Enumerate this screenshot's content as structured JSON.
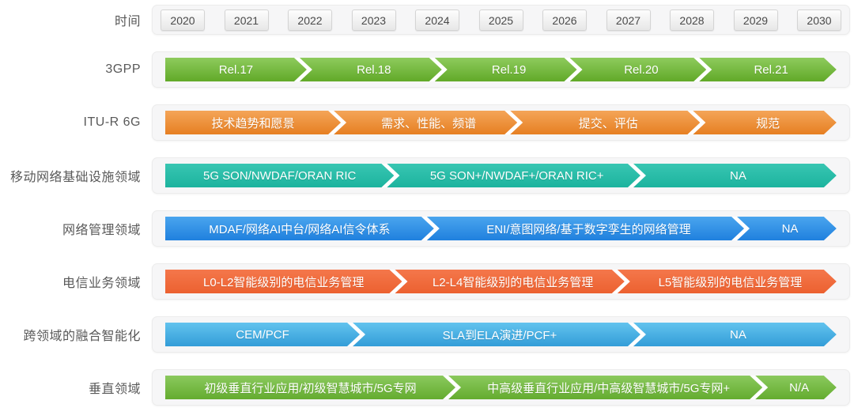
{
  "timeline_row": {
    "label": "时间",
    "years": [
      "2020",
      "2021",
      "2022",
      "2023",
      "2024",
      "2025",
      "2026",
      "2027",
      "2028",
      "2029",
      "2030"
    ]
  },
  "rows": [
    {
      "label": "3GPP",
      "theme": "green",
      "segments": [
        "Rel.17",
        "Rel.18",
        "Rel.19",
        "Rel.20",
        "Rel.21"
      ]
    },
    {
      "label": "ITU-R 6G",
      "theme": "orange",
      "segments": [
        "技术趋势和愿景",
        "需求、性能、频谱",
        "提交、评估",
        "规范"
      ]
    },
    {
      "label": "移动网络基础设施领域",
      "theme": "teal",
      "segments": [
        "5G SON/NWDAF/ORAN RIC",
        "5G SON+/NWDAF+/ORAN RIC+",
        "NA"
      ]
    },
    {
      "label": "网络管理领域",
      "theme": "blue",
      "segments": [
        "MDAF/网络AI中台/网络AI信令体系",
        "ENI/意图网络/基于数字孪生的网络管理",
        "NA"
      ]
    },
    {
      "label": "电信业务领域",
      "theme": "red",
      "segments": [
        "L0-L2智能级别的电信业务管理",
        "L2-L4智能级别的电信业务管理",
        "L5智能级别的电信业务管理"
      ]
    },
    {
      "label": "跨领域的融合智能化",
      "theme": "lightblue",
      "segments": [
        "CEM/PCF",
        "SLA到ELA演进/PCF+",
        "NA"
      ]
    },
    {
      "label": "垂直领域",
      "theme": "green2",
      "segments": [
        "初级垂直行业应用/初级智慧城市/5G专网",
        "中高级垂直行业应用/中高级智慧城市/5G专网+",
        "N/A"
      ]
    }
  ],
  "colors": {
    "band_background": "#f6f6f7",
    "band_border": "#ececec",
    "gap": "#ffffff",
    "green_3gpp": "#61a928",
    "orange_itur": "#e67f22",
    "teal_infra": "#1cb39e",
    "blue_netmgmt": "#1f80de",
    "red_telecom": "#ec6130",
    "lightblue_crossdomain": "#339dd8",
    "green_vertical": "#64ac2f",
    "label_text": "#595959",
    "segment_text": "#ffffff",
    "year_text": "#4a4a4a"
  }
}
